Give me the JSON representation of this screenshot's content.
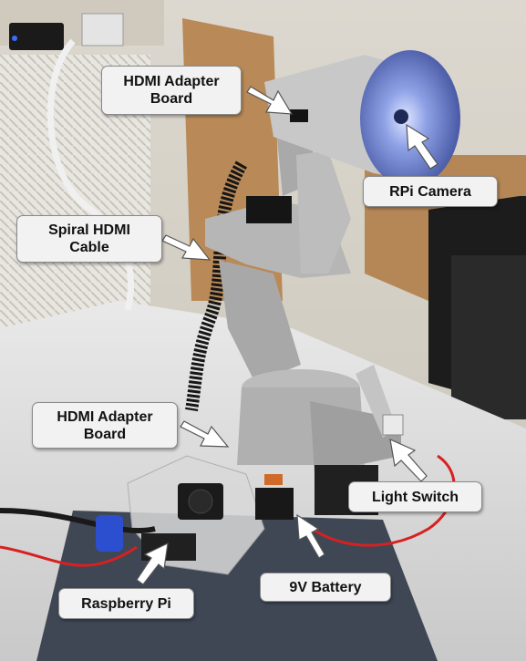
{
  "labels": {
    "hdmi_adapter_top": [
      "HDMI Adapter",
      "Board"
    ],
    "rpi_camera": "RPi Camera",
    "spiral_cable": [
      "Spiral HDMI",
      "Cable"
    ],
    "hdmi_adapter_bottom": [
      "HDMI Adapter",
      "Board"
    ],
    "light_switch": "Light Switch",
    "battery": "9V Battery",
    "raspberry_pi": "Raspberry Pi"
  },
  "colors": {
    "callout_bg": "#f2f2f2",
    "callout_border": "#8a8a8a",
    "arrow": "#ffffff",
    "robot_gray": "#b8b8b8",
    "camera_light": "#8fa2e6",
    "cable_red": "#d82020",
    "cable_blue": "#2c4fd0"
  },
  "icons": [
    "arrow-icon"
  ]
}
